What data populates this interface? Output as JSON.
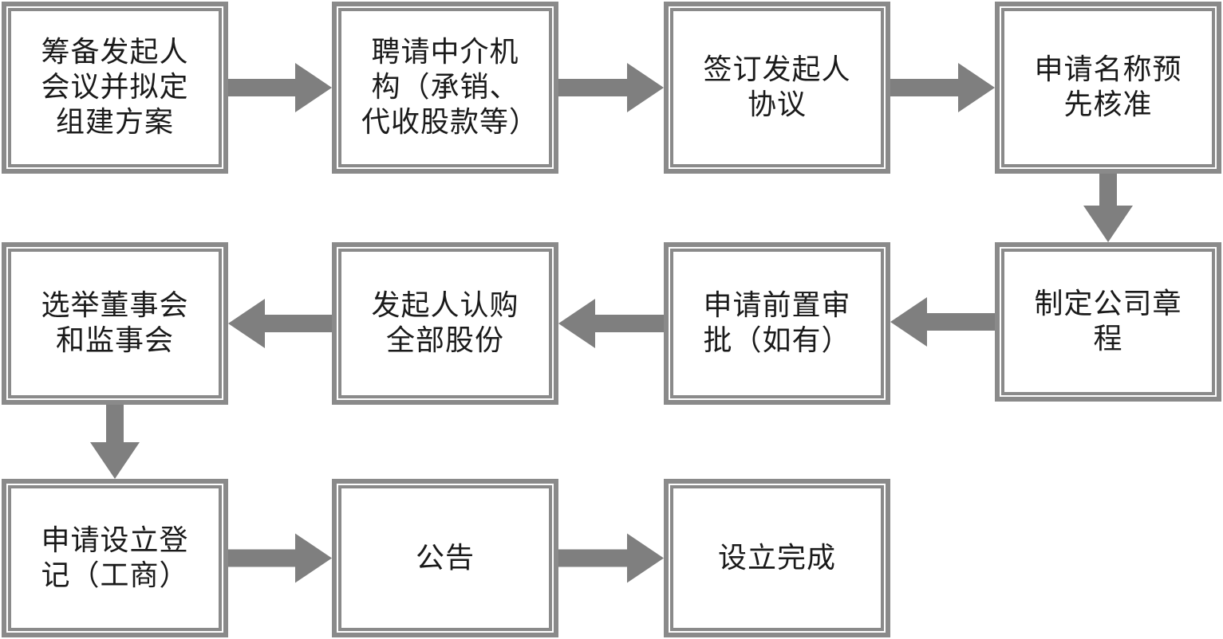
{
  "diagram": {
    "steps": [
      {
        "id": "s1",
        "text": "筹备发起人会议并拟定组建方案"
      },
      {
        "id": "s2",
        "text": "聘请中介机构（承销、代收股款等）"
      },
      {
        "id": "s3",
        "text": "签订发起人协议"
      },
      {
        "id": "s4",
        "text": "申请名称预先核准"
      },
      {
        "id": "s5",
        "text": "制定公司章程"
      },
      {
        "id": "s6",
        "text": "申请前置审批（如有）"
      },
      {
        "id": "s7",
        "text": "发起人认购全部股份"
      },
      {
        "id": "s8",
        "text": "选举董事会和监事会"
      },
      {
        "id": "s9",
        "text": "申请设立登记（工商）"
      },
      {
        "id": "s10",
        "text": "公告"
      },
      {
        "id": "s11",
        "text": "设立完成"
      }
    ],
    "edges": [
      {
        "from": "s1",
        "to": "s2"
      },
      {
        "from": "s2",
        "to": "s3"
      },
      {
        "from": "s3",
        "to": "s4"
      },
      {
        "from": "s4",
        "to": "s5"
      },
      {
        "from": "s5",
        "to": "s6"
      },
      {
        "from": "s6",
        "to": "s7"
      },
      {
        "from": "s7",
        "to": "s8"
      },
      {
        "from": "s8",
        "to": "s9"
      },
      {
        "from": "s9",
        "to": "s10"
      },
      {
        "from": "s10",
        "to": "s11"
      }
    ],
    "colors": {
      "frame": "#8a8a8a",
      "arrow": "#7f7f7f",
      "text": "#1a1a1a",
      "background": "#ffffff"
    }
  }
}
